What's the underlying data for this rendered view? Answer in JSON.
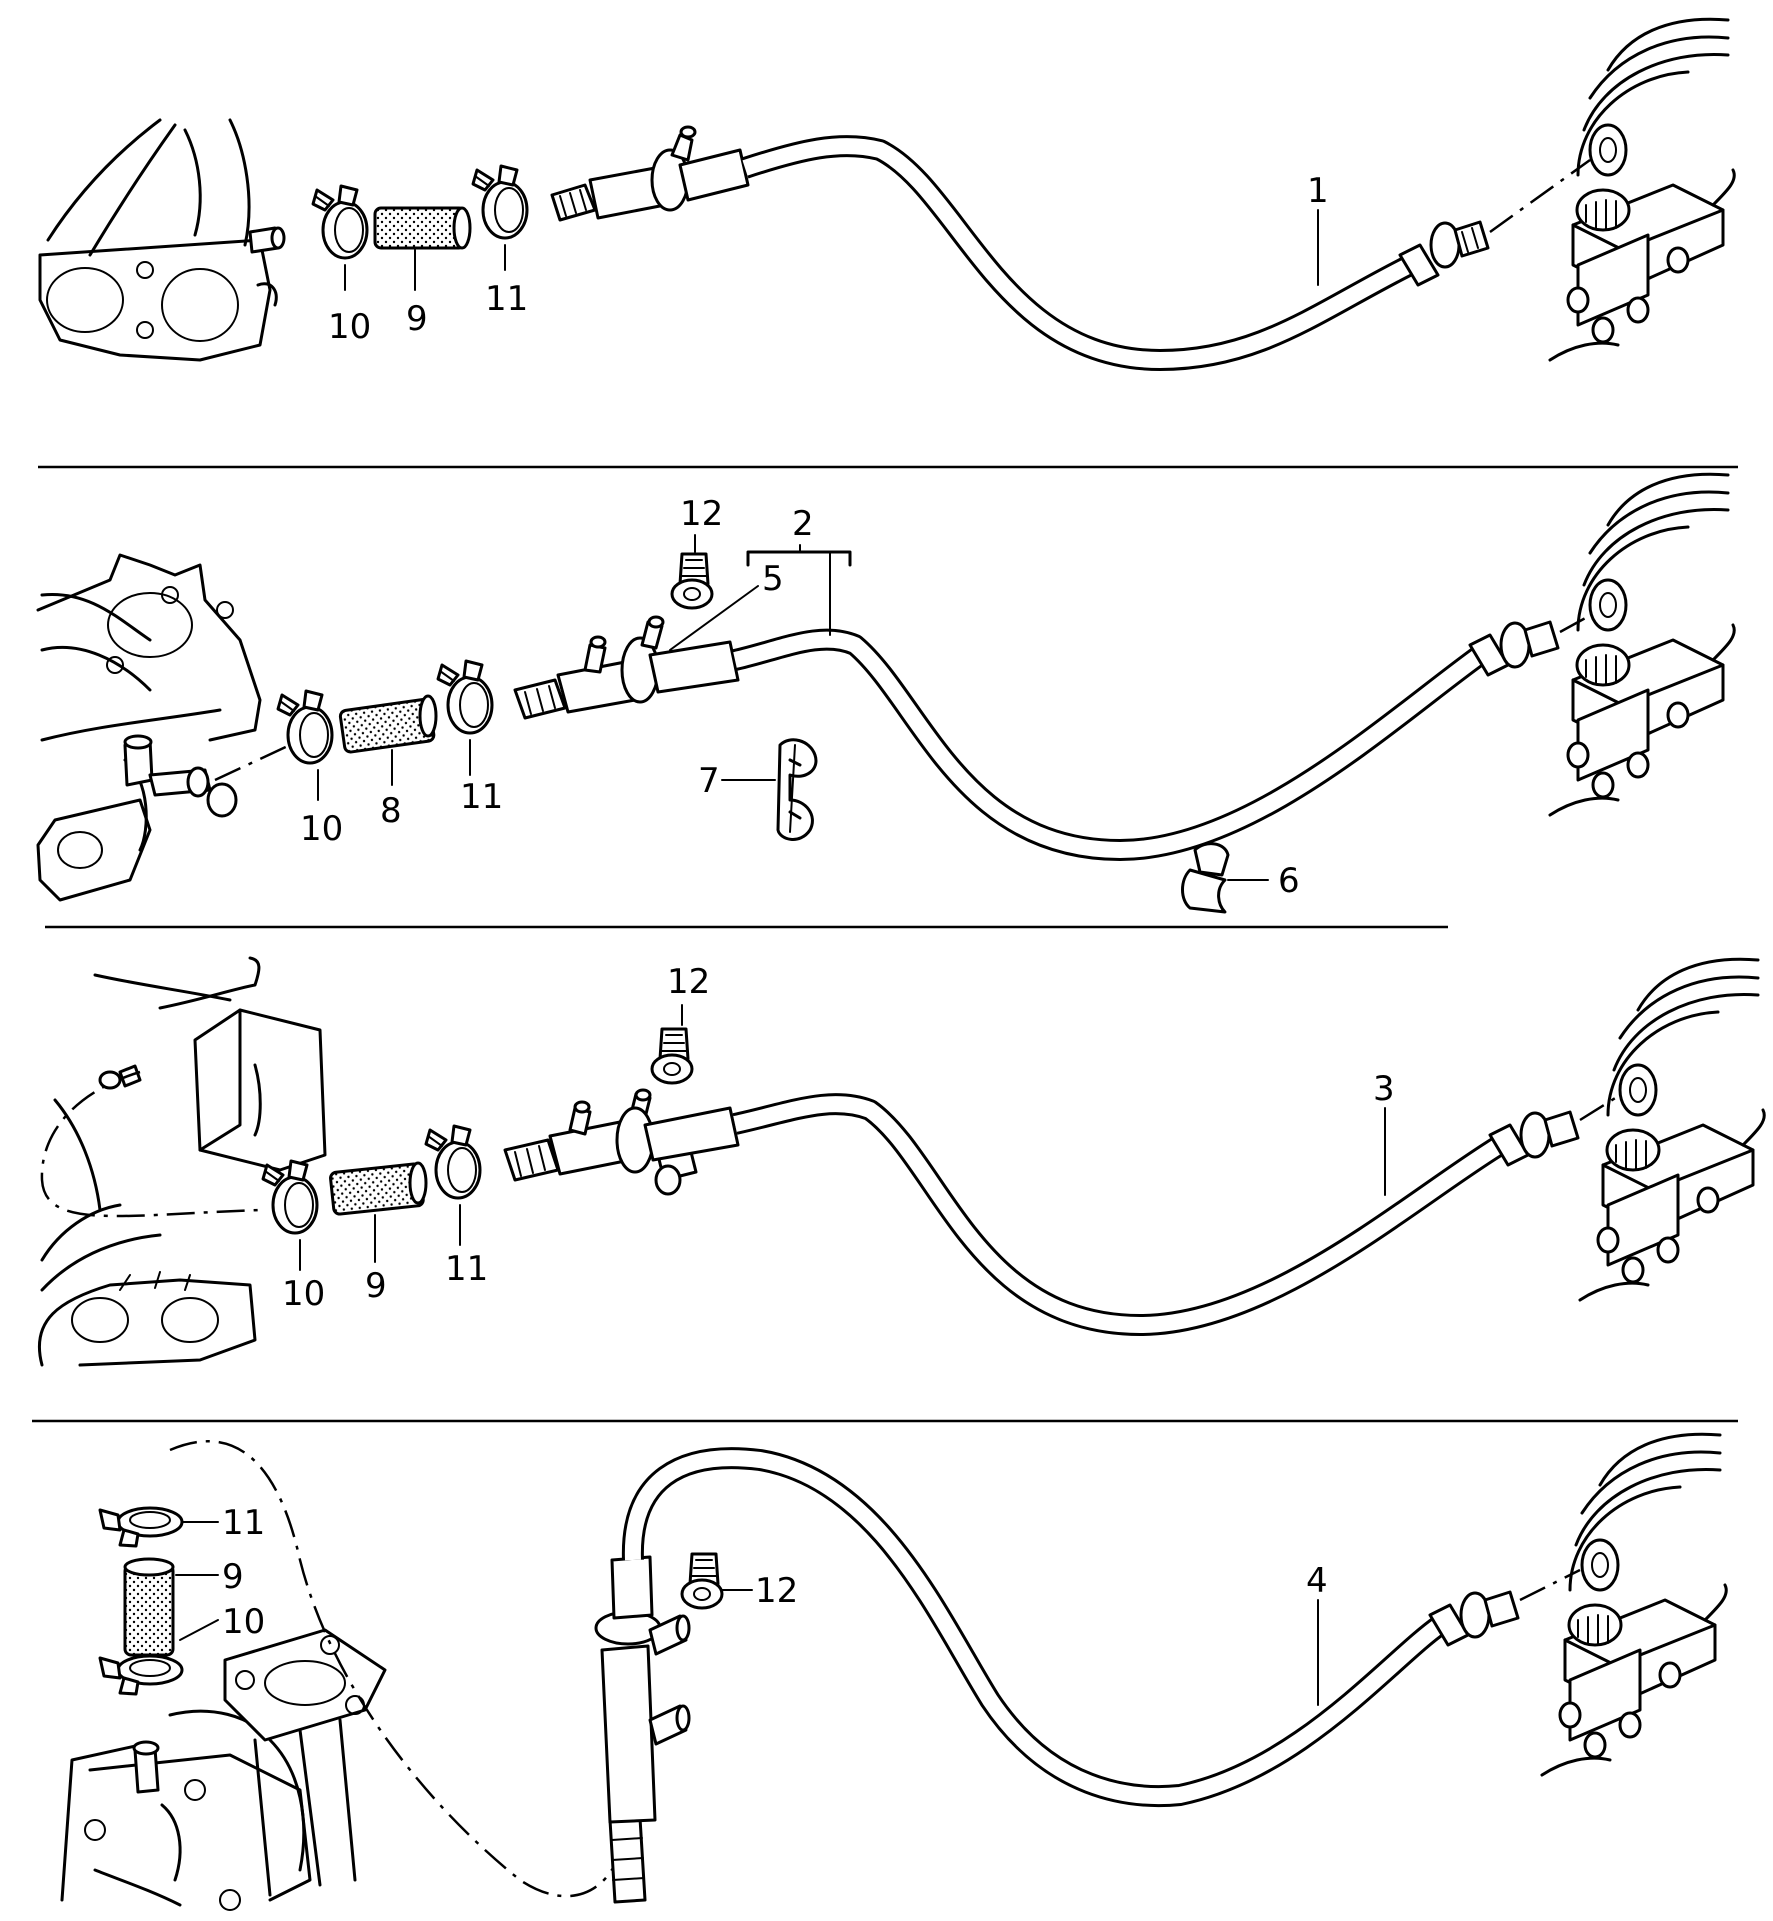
{
  "labels": {
    "p1": "1",
    "p2": "2",
    "p3": "3",
    "p4": "4",
    "p5": "5",
    "p6": "6",
    "p7": "7",
    "p8": "8",
    "p9_a": "9",
    "p9_b": "9",
    "p9_c": "9",
    "p10_a": "10",
    "p10_b": "10",
    "p10_c": "10",
    "p10_d": "10",
    "p11_a": "11",
    "p11_b": "11",
    "p11_c": "11",
    "p11_d": "11",
    "p12_a": "12",
    "p12_b": "12",
    "p12_c": "12"
  }
}
